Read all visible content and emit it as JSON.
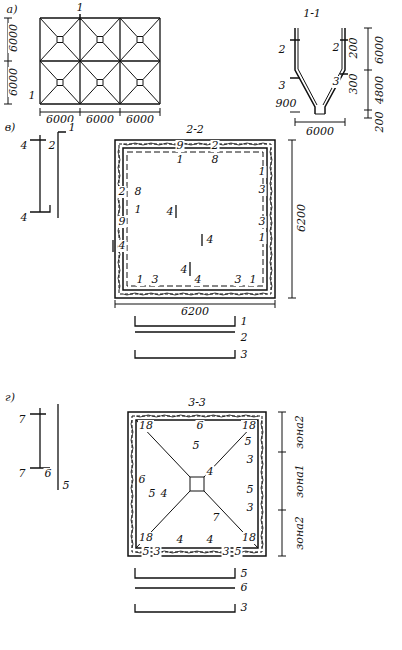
{
  "diagram": {
    "labels": [
      "а)",
      "1",
      "1",
      "6000",
      "6000",
      "6000",
      "6000",
      "6000",
      "1-1",
      "2",
      "3",
      "2",
      "3",
      "200",
      "300",
      "6000",
      "4800",
      "900",
      "6000",
      "200",
      "в)",
      "4",
      "2",
      "4",
      "1",
      "2-2",
      "9",
      "2",
      "1",
      "8",
      "2",
      "8",
      "1",
      "9",
      "4",
      "4",
      "4",
      "1",
      "3",
      "3",
      "1",
      "1",
      "3",
      "4",
      "4",
      "3",
      "1",
      "6200",
      "6200",
      "1",
      "2",
      "3",
      "г)",
      "7",
      "7",
      "6",
      "5",
      "3-3",
      "18",
      "6",
      "18",
      "5",
      "5",
      "3",
      "6",
      "5",
      "4",
      "4",
      "7",
      "5",
      "3",
      "18",
      "18",
      "5",
      "3",
      "4",
      "4",
      "3",
      "5",
      "зона2",
      "зона1",
      "зона2",
      "5",
      "6",
      "3"
    ]
  }
}
